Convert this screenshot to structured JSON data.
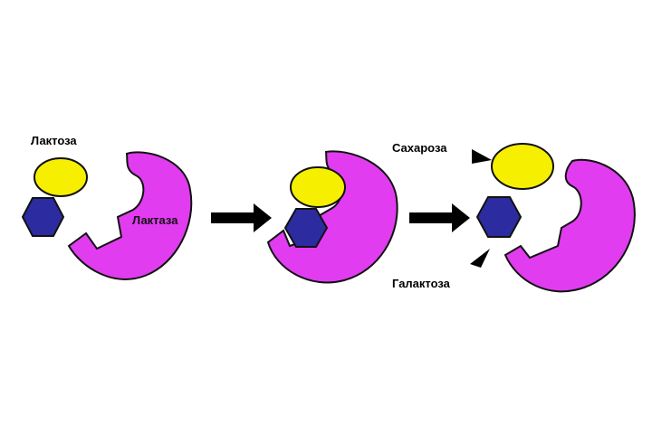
{
  "labels": {
    "lactose": "Лактоза",
    "lactase": "Лактаза",
    "sucrose": "Сахароза",
    "galactose": "Галактоза"
  },
  "colors": {
    "enzyme": "#e13cf0",
    "yellow_molecule": "#f6f000",
    "blue_molecule": "#2c2ca0",
    "outline": "#111111",
    "arrow": "#000000"
  },
  "icons": {
    "enzyme": "pac-man-enzyme",
    "yellow_molecule": "ellipse",
    "blue_molecule": "hexagon",
    "reaction_arrow": "right-arrow"
  }
}
